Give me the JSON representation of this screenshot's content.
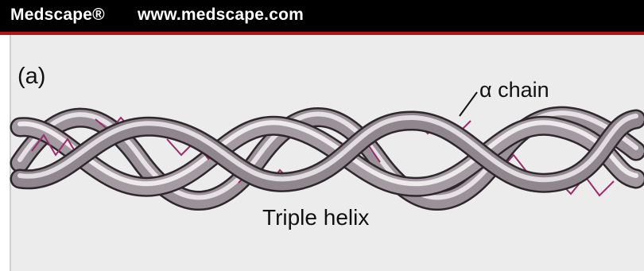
{
  "header": {
    "brand": "Medscape®",
    "site": "www.medscape.com"
  },
  "diagram": {
    "panel_label": "(a)",
    "chain_label": "α chain",
    "helix_label": "Triple helix"
  },
  "colors": {
    "header_bg": "#000000",
    "accent_line": "#b4141a",
    "strand": "#8a8288",
    "crosslink": "#9a2c6a"
  }
}
